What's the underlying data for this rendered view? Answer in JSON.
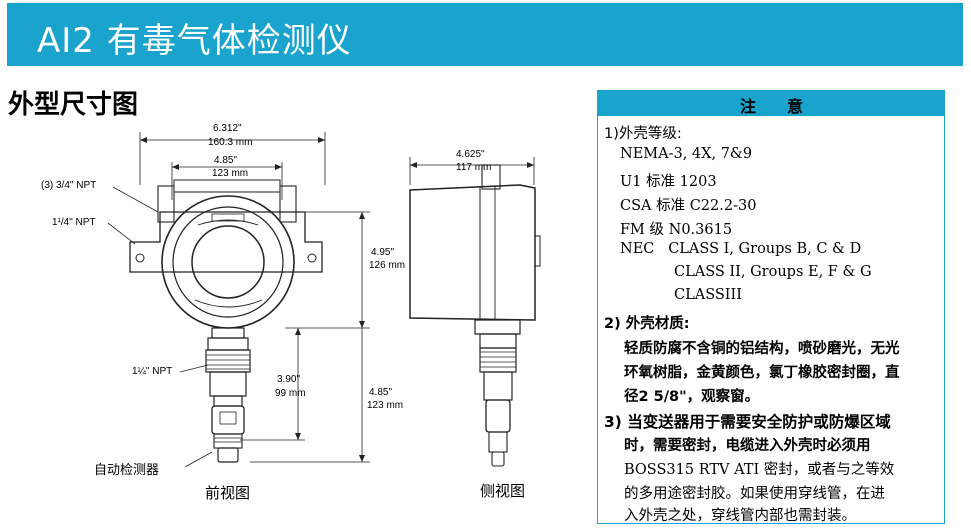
{
  "header": {
    "title": "AI2 有毒气体检测仪"
  },
  "section_title": "外型尺寸图",
  "drawing": {
    "front": {
      "dim_width_in": "6.312\"",
      "dim_width_mm": "160.3 mm",
      "dim_inner_in": "4.85\"",
      "dim_inner_mm": "123 mm",
      "npt_34": "(3) 3/4\" NPT",
      "npt_114_a": "1¹/4\" NPT",
      "dim_h1_in": "4.95\"",
      "dim_h1_mm": "126 mm",
      "npt_114_b": "1¼\" NPT",
      "dim_h2_in": "3.90\"",
      "dim_h2_mm": "99 mm",
      "dim_h3_in": "4.85\"",
      "dim_h3_mm": "123 mm",
      "sensor_label": "自动检测器",
      "caption": "前视图"
    },
    "side": {
      "dim_in": "4.625\"",
      "dim_mm": "117 mm",
      "caption": "侧视图"
    }
  },
  "notes": {
    "header_left": "注",
    "header_right": "意",
    "items": {
      "n1_title": "1)外壳等级:",
      "n1_l1": "NEMA-3, 4X, 7&9",
      "n1_l2": "U1 标准 1203",
      "n1_l3": "CSA 标准 C22.2-30",
      "n1_l4": "FM 级 N0.3615",
      "n1_l5": "NEC   CLASS I, Groups B, C & D",
      "n1_l6": "CLASS II, Groups E, F & G",
      "n1_l7": "CLASSIII",
      "n2_title": "2) 外壳材质:",
      "n2_l1": "轻质防腐不含铜的铝结构，喷砂磨光，无光",
      "n2_l2": "环氧树脂，金黄颜色，氯丁橡胶密封圈，直",
      "n2_l3": "径2 5/8\"，观察窗。",
      "n3_l1": "3) 当变送器用于需要安全防护或防爆区域",
      "n3_l2": "时，需要密封，电缆进入外壳时必须用",
      "n3_l3": "BOSS315 RTV ATI 密封，或者与之等效",
      "n3_l4": "的多用途密封胶。如果使用穿线管，在进",
      "n3_l5": "入外壳之处，穿线管内部也需封装。"
    }
  }
}
